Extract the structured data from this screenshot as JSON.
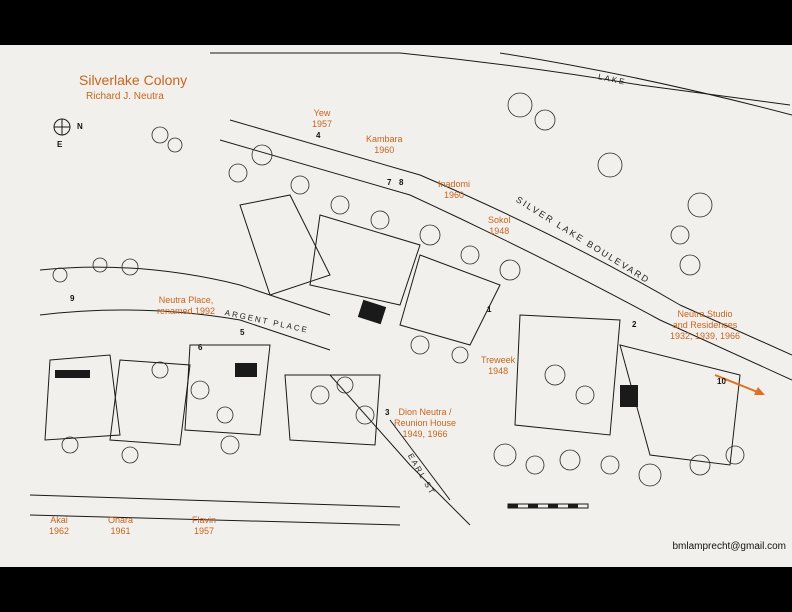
{
  "title": "Silverlake Colony",
  "subtitle": "Richard J. Neutra",
  "compass": {
    "letter_n": "N",
    "letter_e": "E"
  },
  "streets": {
    "lake": "LAKE",
    "boulevard": "SILVER LAKE BOULEVARD",
    "argent": "ARGENT PLACE",
    "earl": "EARL ST"
  },
  "houses": [
    {
      "name": "Yew",
      "year": "1957"
    },
    {
      "name": "Kambara",
      "year": "1960"
    },
    {
      "name": "Inadomi",
      "year": "1960"
    },
    {
      "name": "Sokol",
      "year": "1948"
    },
    {
      "name": "Neutra Place,",
      "year": "renamed 1992"
    },
    {
      "name": "Treweek",
      "year": "1948"
    },
    {
      "name": "Dion Neutra /",
      "year": "Reunion House",
      "extra": "1949, 1966"
    },
    {
      "name": "Neutra Studio",
      "year": "and Residences",
      "extra": "1932, 1939, 1966"
    },
    {
      "name": "Akai",
      "year": "1962"
    },
    {
      "name": "Ohara",
      "year": "1961"
    },
    {
      "name": "Flavin",
      "year": "1957"
    }
  ],
  "plot_numbers": [
    "1",
    "2",
    "3",
    "4",
    "5",
    "6",
    "7",
    "8",
    "9",
    "10"
  ],
  "credit": "bmlamprecht@gmail.com",
  "colors": {
    "paper": "#f2f0ec",
    "label": "#c8641e",
    "ink": "#1a1a1a",
    "arrow": "#e07020"
  }
}
